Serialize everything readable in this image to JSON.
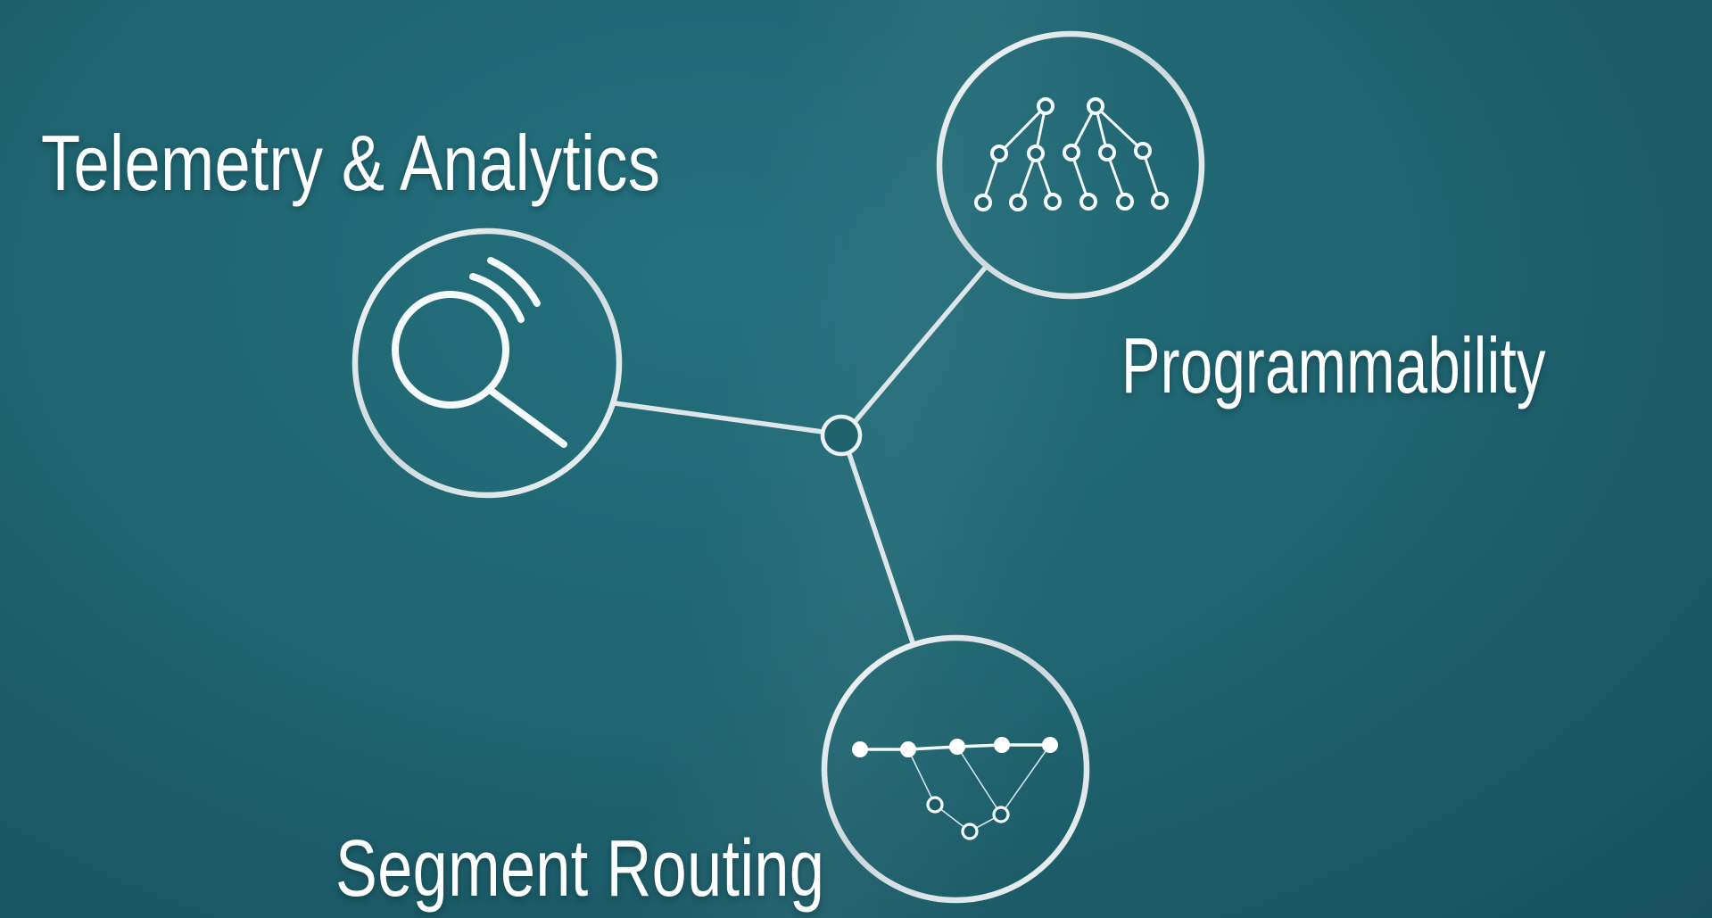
{
  "theme": {
    "background_center": "#24707d",
    "background_edge": "#134754",
    "connector_color": "#dde6e9",
    "icon_stroke": "#f4fafb",
    "label_color": "#fdfefe"
  },
  "diagram": {
    "hub": {
      "name": "central-hub"
    },
    "nodes": [
      {
        "id": "telemetry-analytics",
        "label": "Telemetry & Analytics",
        "icon": "magnifier-signal-icon",
        "position": "left"
      },
      {
        "id": "programmability",
        "label": "Programmability",
        "icon": "tree-hierarchy-icon",
        "position": "top-right"
      },
      {
        "id": "segment-routing",
        "label": "Segment Routing",
        "icon": "network-path-icon",
        "position": "bottom"
      }
    ]
  }
}
